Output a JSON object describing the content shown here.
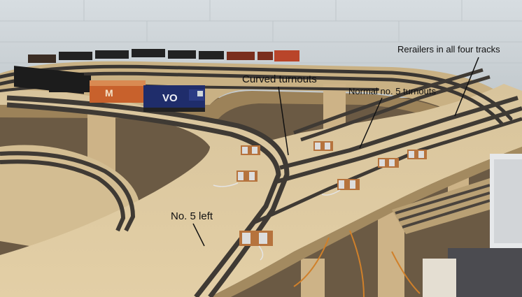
{
  "photo": {
    "callouts": {
      "curved_turnouts": "Curved turnouts",
      "normal_turnouts": "Normal no. 5 turnouts",
      "rerailers": "Rerailers in all four tracks",
      "no5_left": "No. 5 left"
    },
    "locomotive_lettering": {
      "lead": "VO",
      "second": "M"
    },
    "colors": {
      "wall": "#cfd6da",
      "plywood": "#d9c39a",
      "plywood_shadow": "#a98f62",
      "rail": "#3a3632",
      "lead_loco": "#1f2d6b",
      "second_loco": "#c8612c"
    }
  }
}
